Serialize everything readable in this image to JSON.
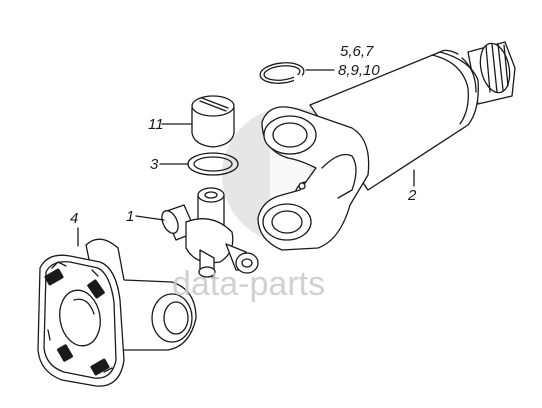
{
  "callouts": {
    "c1": "1",
    "c2": "2",
    "c3": "3",
    "c4": "4",
    "c5": "5,6,7",
    "c6": "8,9,10",
    "c11": "11"
  },
  "watermark": {
    "text": "data-parts"
  }
}
